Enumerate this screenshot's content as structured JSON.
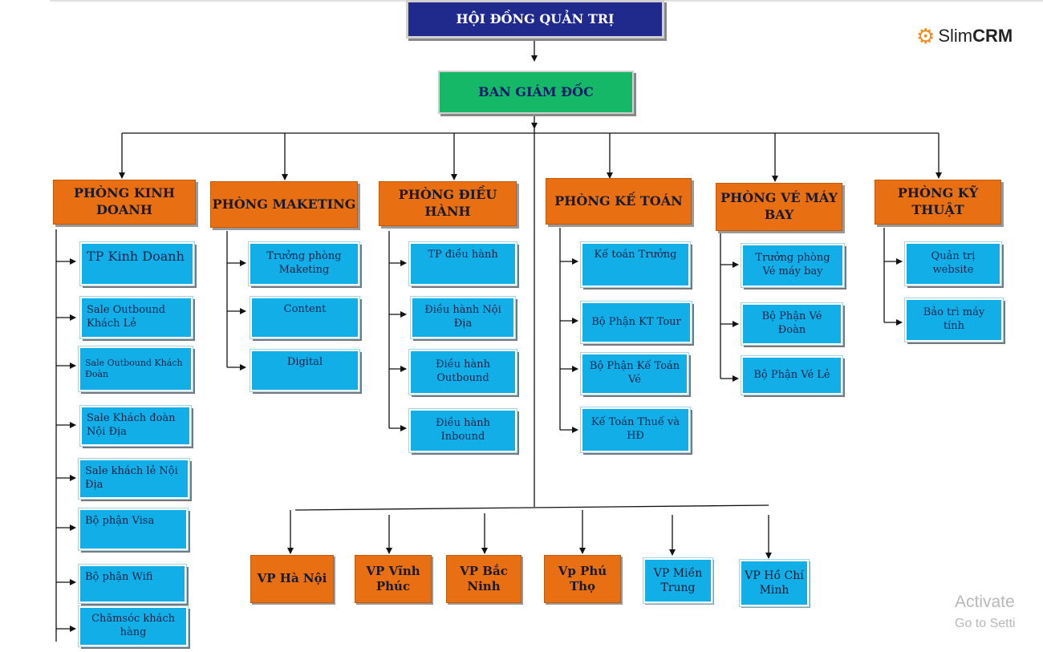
{
  "board": "HỘI ĐỒNG QUẢN TRỊ",
  "executive": "BAN GIÁM ĐỐC",
  "logo": {
    "text_light": "Slim",
    "text_bold": "CRM",
    "icon": "gear-icon",
    "accent": "#f08a1c"
  },
  "departments": [
    {
      "title": "PHÒNG KINH DOANH",
      "units": [
        "TP Kinh Doanh",
        "Sale Outbound Khách Lẻ",
        "Sale Outbound Khách Đoàn",
        "Sale Khách đoàn Nội Địa",
        "Sale khách lẻ Nội Địa",
        "Bộ phận Visa",
        "Bộ phận Wifi",
        "Chămsóc khách hàng"
      ]
    },
    {
      "title": "PHÒNG MAKETING",
      "units": [
        "Trưởng phòng Maketing",
        "Content",
        "Digital"
      ]
    },
    {
      "title": "PHÒNG ĐIỀU HÀNH",
      "units": [
        "TP điều hành",
        "Điều hành Nội Địa",
        "Điều hành Outbound",
        "Điều hành Inbound"
      ]
    },
    {
      "title": "PHÒNG KẾ TOÁN",
      "units": [
        "Kế toán Trưởng",
        "Bộ Phận KT Tour",
        "Bộ Phận Kế Toán Vé",
        "Kế Toán Thuế và HĐ"
      ]
    },
    {
      "title": "PHÒNG VÉ MÁY BAY",
      "units": [
        "Trưởng phòng Vé máy bay",
        "Bộ Phận Vé Đoàn",
        "Bộ Phận Vé Lẻ"
      ]
    },
    {
      "title": "PHÒNG KỸ THUẬT",
      "units": [
        "Quản trị website",
        "Bảo trì máy tính"
      ]
    }
  ],
  "branches": [
    "VP Hà Nội",
    "VP Vĩnh Phúc",
    "VP Bắc Ninh",
    "Vp Phú Thọ",
    "VP Miền Trung",
    "VP Hồ Chí Minh"
  ],
  "watermark": {
    "line1": "Activate",
    "line2": "Go to Setti"
  },
  "colors": {
    "board": "#1f2a8c",
    "executive": "#14b866",
    "department": "#e87012",
    "unit": "#12aee8"
  }
}
